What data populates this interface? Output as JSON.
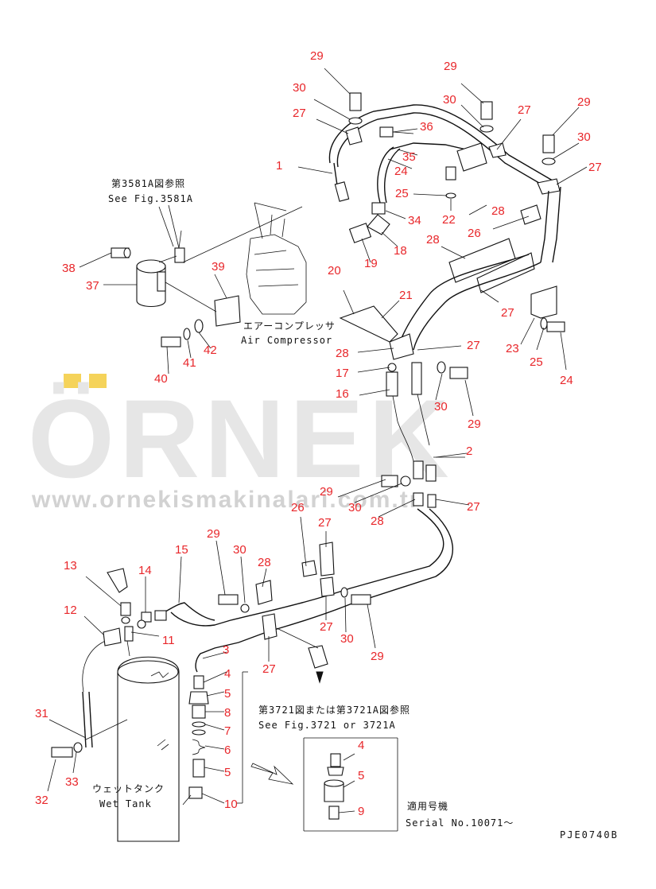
{
  "watermark": {
    "brand": "ÖRNEK",
    "url": "www.ornekismakinalari.com.tr",
    "accent_color": "#f5d35a"
  },
  "notes": {
    "see_fig_3581a_jp": "第3581A図参照",
    "see_fig_3581a_en": "See Fig.3581A",
    "air_compressor_jp": "エアーコンプレッサ",
    "air_compressor_en": "Air Compressor",
    "see_fig_3721_jp": "第3721図または第3721A図参照",
    "see_fig_3721_en": "See Fig.3721 or 3721A",
    "wet_tank_jp": "ウェットタンク",
    "wet_tank_en": "Wet Tank",
    "serial_jp": "適用号機",
    "serial_en": "Serial No.10071～",
    "drawing_code": "PJE0740B"
  },
  "callouts": [
    "29",
    "30",
    "27",
    "1",
    "29",
    "30",
    "27",
    "29",
    "30",
    "27",
    "36",
    "35",
    "24",
    "25",
    "22",
    "28",
    "34",
    "26",
    "18",
    "19",
    "28",
    "20",
    "21",
    "27",
    "28",
    "27",
    "17",
    "16",
    "30",
    "29",
    "23",
    "25",
    "24",
    "2",
    "29",
    "30",
    "28",
    "27",
    "38",
    "37",
    "39",
    "40",
    "41",
    "42",
    "26",
    "27",
    "29",
    "30",
    "28",
    "15",
    "13",
    "14",
    "12",
    "11",
    "3",
    "4",
    "5",
    "8",
    "7",
    "6",
    "5",
    "10",
    "27",
    "27",
    "30",
    "29",
    "31",
    "33",
    "32",
    "4",
    "5",
    "9"
  ],
  "colors": {
    "callout": "#e8262a",
    "line": "#111111"
  }
}
